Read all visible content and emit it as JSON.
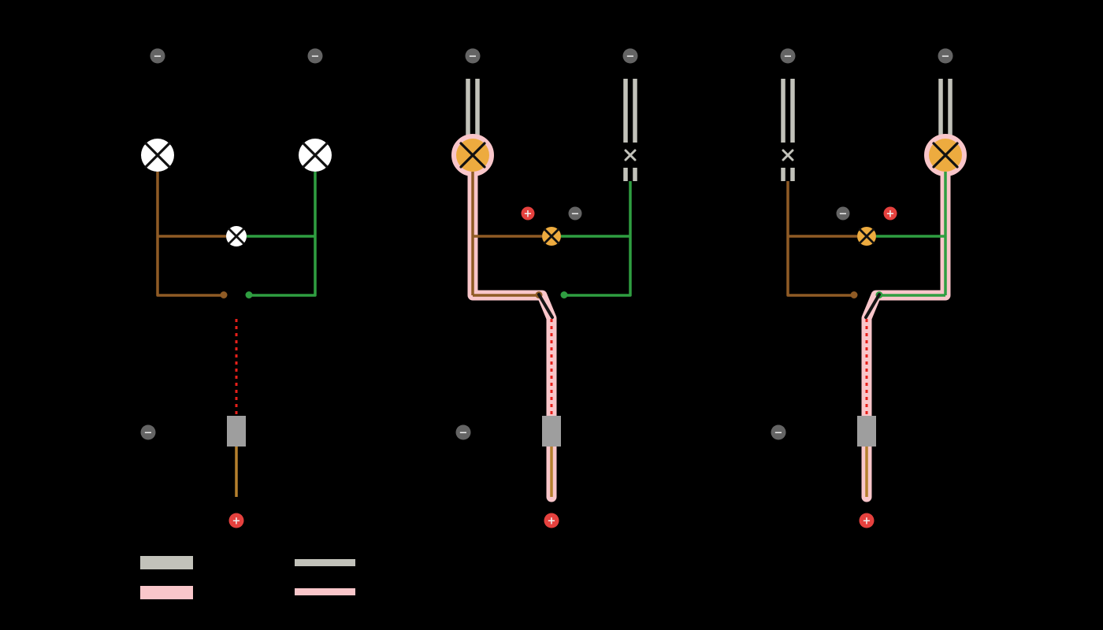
{
  "symbols": {
    "plus": "+",
    "minus": "−"
  },
  "colors": {
    "background": "#000000",
    "wire_brown": "#8f5b25",
    "wire_green": "#2f9e41",
    "wire_below": "#b5802e",
    "live_glow": "#f9c6ca",
    "lamp_on": "#edab3f",
    "lamp_off": "#ffffff",
    "metal_gray": "#c2c2ba",
    "connector_gray": "#9e9e9e",
    "terminal_negative": "#646464",
    "terminal_positive": "#e5413e",
    "dashed_red": "#e8201a",
    "lever_black": "#141414"
  },
  "panels": [
    {
      "state": "indicators-off",
      "left_lamp": "off",
      "right_lamp": "off",
      "switch_position": "neutral"
    },
    {
      "state": "left-indicator-on",
      "left_lamp": "on",
      "right_lamp": "off",
      "switch_position": "left"
    },
    {
      "state": "right-indicator-on",
      "left_lamp": "off",
      "right_lamp": "on",
      "switch_position": "right"
    }
  ],
  "legend": {
    "swatches": [
      {
        "name": "thick-gray",
        "style": "thick",
        "color": "#c2c2ba"
      },
      {
        "name": "thick-pink",
        "style": "thick",
        "color": "#f9c6ca"
      },
      {
        "name": "thin-gray",
        "style": "thin",
        "color": "#c2c2ba"
      },
      {
        "name": "thin-pink",
        "style": "thin",
        "color": "#f9c6ca"
      }
    ]
  }
}
